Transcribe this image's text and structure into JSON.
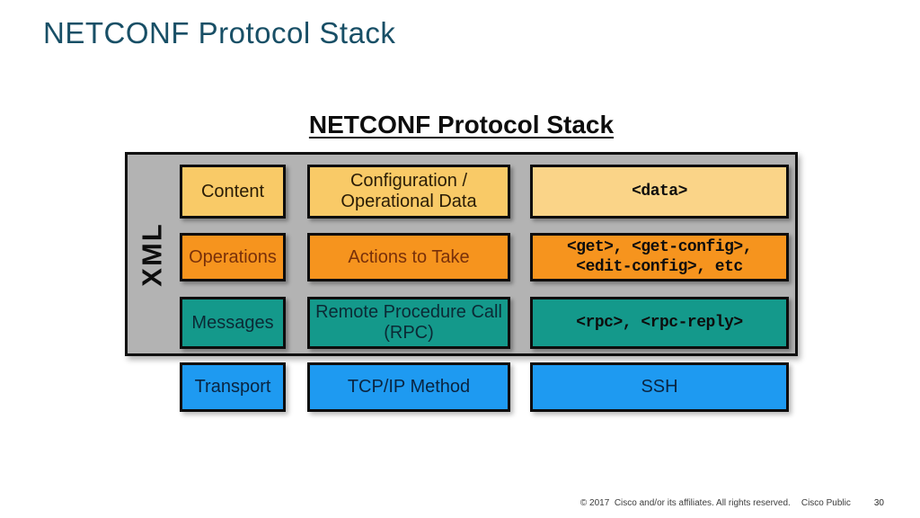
{
  "slide": {
    "title": "NETCONF Protocol Stack"
  },
  "diagram": {
    "title": "NETCONF Protocol Stack",
    "xml_label": "XML",
    "rows": [
      {
        "name": "content-layer",
        "cells": [
          "Content",
          "Configuration / Operational Data",
          "<data>"
        ]
      },
      {
        "name": "operations-layer",
        "cells": [
          "Operations",
          "Actions to Take",
          "<get>, <get-config>, <edit-config>, etc"
        ]
      },
      {
        "name": "messages-layer",
        "cells": [
          "Messages",
          "Remote Procedure Call (RPC)",
          "<rpc>, <rpc-reply>"
        ]
      },
      {
        "name": "transport-layer",
        "cells": [
          "Transport",
          "TCP/IP Method",
          "SSH"
        ]
      }
    ]
  },
  "footer": {
    "copyright": "© 2017  Cisco and/or its affiliates. All rights reserved.",
    "classification": "Cisco Public",
    "page_number": "30"
  },
  "colors": {
    "slide_title": "#184F66",
    "container_gray": "#B3B3B3",
    "content_yellow": "#F9CA67",
    "content_yellow_light": "#FAD488",
    "operations_orange": "#F6941E",
    "messages_teal": "#14998B",
    "transport_blue": "#1E9AF1",
    "box_border": "#0D0D0D"
  }
}
